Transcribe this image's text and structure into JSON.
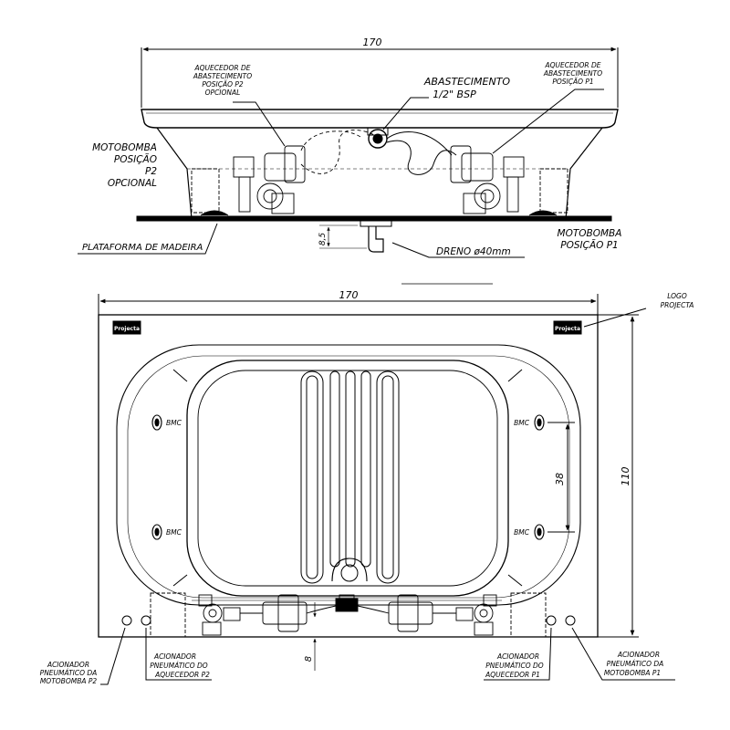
{
  "side_view": {
    "width_dim": "170",
    "heater_p2": [
      "AQUECEDOR DE",
      "ABASTECIMENTO",
      "POSIÇÃO P2",
      "OPCIONAL"
    ],
    "supply": [
      "ABASTECIMENTO",
      "1/2\" BSP"
    ],
    "heater_p1": [
      "AQUECEDOR DE",
      "ABASTECIMENTO",
      "POSIÇÃO P1"
    ],
    "pump_p2": [
      "MOTOBOMBA",
      "POSIÇÃO",
      "P2",
      "OPCIONAL"
    ],
    "platform": "PLATAFORMA DE MADEIRA",
    "drain_height": "8,5",
    "drain": "DRENO ø40mm",
    "pump_p1": [
      "MOTOBOMBA",
      "POSIÇÃO P1"
    ]
  },
  "top_view": {
    "width_dim": "170",
    "depth_dim": "110",
    "spacing_dim": "38",
    "bottom_dim": "8",
    "logo_label": [
      "LOGO",
      "PROJECTA"
    ],
    "logo_text": "Projecta",
    "bmc": [
      "BMC",
      "BMC",
      "BMC",
      "BMC"
    ],
    "act_pump_p2": [
      "ACIONADOR",
      "PNEUMÁTICO DA",
      "MOTOBOMBA P2"
    ],
    "act_heater_p2": [
      "ACIONADOR",
      "PNEUMÁTICO DO",
      "AQUECEDOR P2"
    ],
    "act_heater_p1": [
      "ACIONADOR",
      "PNEUMÁTICO DO",
      "AQUECEDOR P1"
    ],
    "act_pump_p1": [
      "ACIONADOR",
      "PNEUMÁTICO DA",
      "MOTOBOMBA P1"
    ]
  }
}
